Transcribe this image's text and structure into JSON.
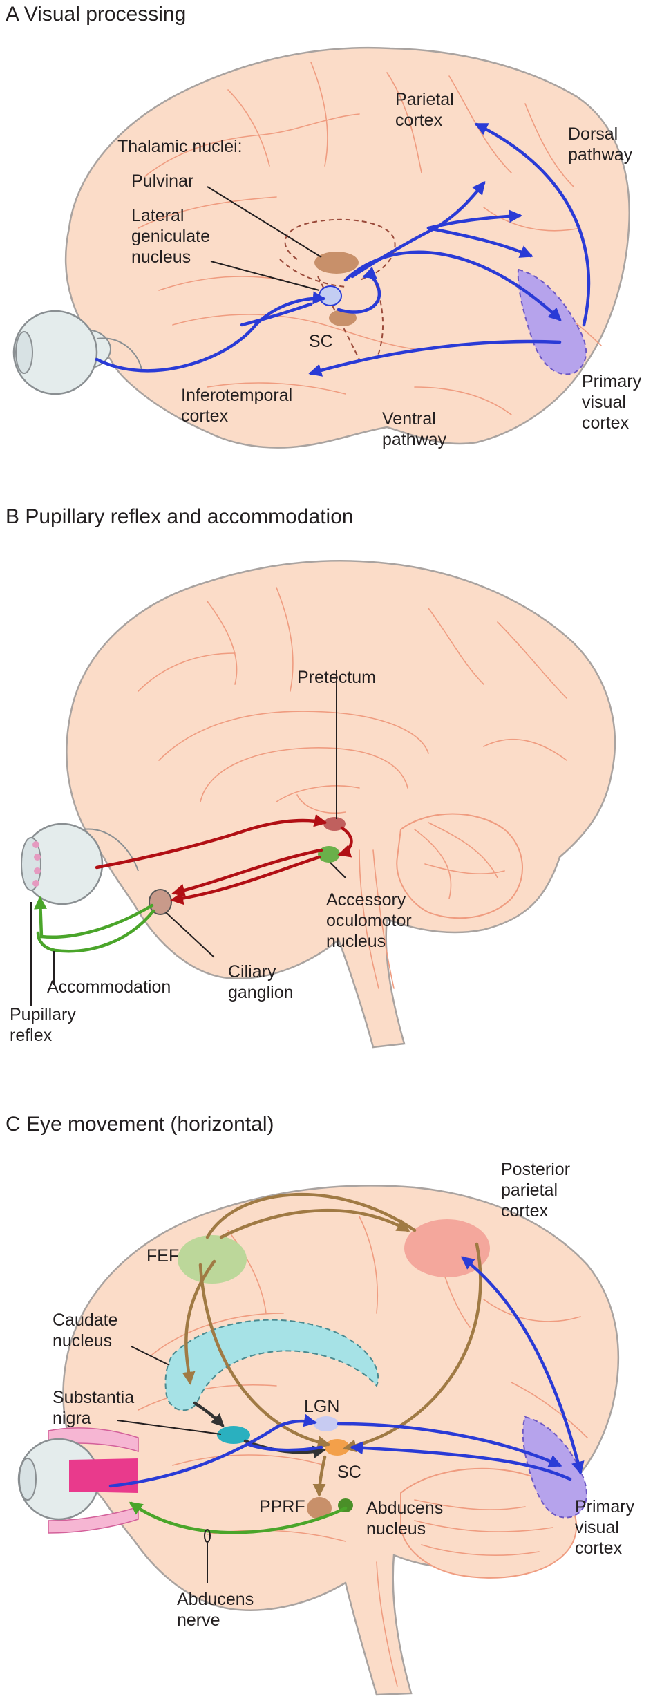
{
  "panels": {
    "a": {
      "title": "A  Visual processing",
      "labels": {
        "parietal_1": "Parietal",
        "parietal_2": "cortex",
        "dorsal_1": "Dorsal",
        "dorsal_2": "pathway",
        "thalamic": "Thalamic nuclei:",
        "pulvinar": "Pulvinar",
        "lgn_1": "Lateral",
        "lgn_2": "geniculate",
        "lgn_3": "nucleus",
        "sc": "SC",
        "inferotemporal_1": "Inferotemporal",
        "inferotemporal_2": "cortex",
        "ventral_1": "Ventral",
        "ventral_2": "pathway",
        "primary_1": "Primary",
        "primary_2": "visual",
        "primary_3": "cortex"
      }
    },
    "b": {
      "title": "B  Pupillary reflex and accommodation",
      "labels": {
        "pretectum": "Pretectum",
        "accessory_1": "Accessory",
        "accessory_2": "oculomotor",
        "accessory_3": "nucleus",
        "ciliary_1": "Ciliary",
        "ciliary_2": "ganglion",
        "accommodation": "Accommodation",
        "pupillary_1": "Pupillary",
        "pupillary_2": "reflex"
      }
    },
    "c": {
      "title": "C  Eye movement (horizontal)",
      "labels": {
        "posterior_1": "Posterior",
        "posterior_2": "parietal",
        "posterior_3": "cortex",
        "fef": "FEF",
        "caudate_1": "Caudate",
        "caudate_2": "nucleus",
        "substantia_1": "Substantia",
        "substantia_2": "nigra",
        "lgn": "LGN",
        "sc": "SC",
        "pprf": "PPRF",
        "abducens_nucleus_1": "Abducens",
        "abducens_nucleus_2": "nucleus",
        "abducens_nerve_1": "Abducens",
        "abducens_nerve_2": "nerve",
        "primary_1": "Primary",
        "primary_2": "visual",
        "primary_3": "cortex"
      }
    }
  },
  "colors": {
    "brain": "#fbdcc8",
    "visual_pathway": "#2a3bd6",
    "pupillary_efferent": "#b10f14",
    "accommodation_efferent": "#4aa52a",
    "cortical_loop": "#a07a44",
    "primary_visual_cortex": "#b6a3ec",
    "fef": "#bcd79a",
    "posterior_parietal": "#f4a79c",
    "caudate": "#a6e2e6",
    "sc": "#f3a04a"
  }
}
